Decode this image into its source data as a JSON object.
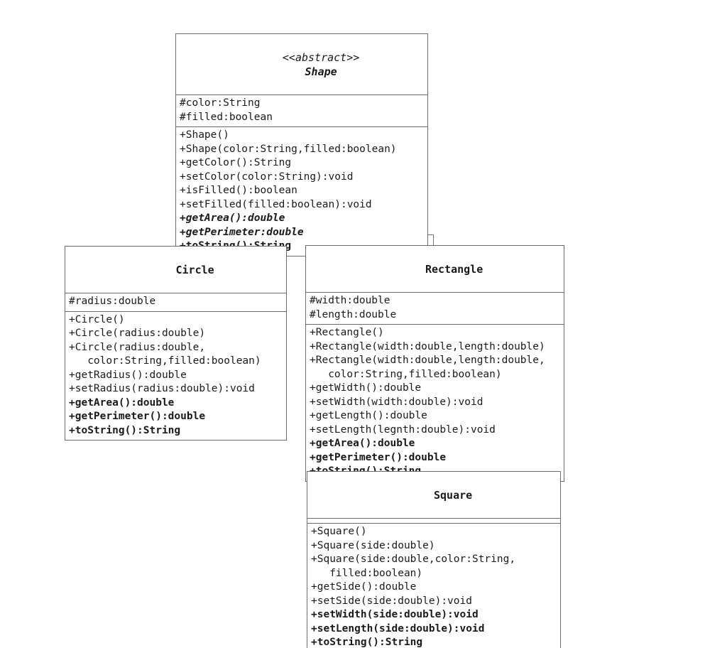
{
  "diagram": {
    "type": "uml-class-diagram",
    "background_color": "#ffffff",
    "border_color": "#6b6b6b",
    "text_color": "#1a1a1a",
    "classes": [
      {
        "id": "shape",
        "stereotype": "<<abstract>>",
        "name": "Shape",
        "abstract": true,
        "attributes": [
          "#color:String",
          "#filled:boolean"
        ],
        "methods": [
          {
            "text": "+Shape()",
            "style": "plain"
          },
          {
            "text": "+Shape(color:String,filled:boolean)",
            "style": "plain"
          },
          {
            "text": "+getColor():String",
            "style": "plain"
          },
          {
            "text": "+setColor(color:String):void",
            "style": "plain"
          },
          {
            "text": "+isFilled():boolean",
            "style": "plain"
          },
          {
            "text": "+setFilled(filled:boolean):void",
            "style": "plain"
          },
          {
            "text": "+getArea():double",
            "style": "bold-italic"
          },
          {
            "text": "+getPerimeter:double",
            "style": "bold-italic"
          },
          {
            "text": "+toString():String",
            "style": "bold"
          }
        ]
      },
      {
        "id": "circle",
        "stereotype": "",
        "name": "Circle",
        "abstract": false,
        "attributes": [
          "#radius:double"
        ],
        "methods": [
          {
            "text": "+Circle()",
            "style": "plain"
          },
          {
            "text": "+Circle(radius:double)",
            "style": "plain"
          },
          {
            "text": "+Circle(radius:double,",
            "style": "plain"
          },
          {
            "text": "   color:String,filled:boolean)",
            "style": "plain"
          },
          {
            "text": "+getRadius():double",
            "style": "plain"
          },
          {
            "text": "+setRadius(radius:double):void",
            "style": "plain"
          },
          {
            "text": "+getArea():double",
            "style": "bold"
          },
          {
            "text": "+getPerimeter():double",
            "style": "bold"
          },
          {
            "text": "+toString():String",
            "style": "bold"
          }
        ]
      },
      {
        "id": "rectangle",
        "stereotype": "",
        "name": "Rectangle",
        "abstract": false,
        "attributes": [
          "#width:double",
          "#length:double"
        ],
        "methods": [
          {
            "text": "+Rectangle()",
            "style": "plain"
          },
          {
            "text": "+Rectangle(width:double,length:double)",
            "style": "plain"
          },
          {
            "text": "+Rectangle(width:double,length:double,",
            "style": "plain"
          },
          {
            "text": "   color:String,filled:boolean)",
            "style": "plain"
          },
          {
            "text": "+getWidth():double",
            "style": "plain"
          },
          {
            "text": "+setWidth(width:double):void",
            "style": "plain"
          },
          {
            "text": "+getLength():double",
            "style": "plain"
          },
          {
            "text": "+setLength(legnth:double):void",
            "style": "plain"
          },
          {
            "text": "+getArea():double",
            "style": "bold"
          },
          {
            "text": "+getPerimeter():double",
            "style": "bold"
          },
          {
            "text": "+toString():String",
            "style": "bold"
          }
        ]
      },
      {
        "id": "square",
        "stereotype": "",
        "name": "Square",
        "abstract": false,
        "attributes": [],
        "methods": [
          {
            "text": "+Square()",
            "style": "plain"
          },
          {
            "text": "+Square(side:double)",
            "style": "plain"
          },
          {
            "text": "+Square(side:double,color:String,",
            "style": "plain"
          },
          {
            "text": "   filled:boolean)",
            "style": "plain"
          },
          {
            "text": "+getSide():double",
            "style": "plain"
          },
          {
            "text": "+setSide(side:double):void",
            "style": "plain"
          },
          {
            "text": "+setWidth(side:double):void",
            "style": "bold"
          },
          {
            "text": "+setLength(side:double):void",
            "style": "bold"
          },
          {
            "text": "+toString():String",
            "style": "bold"
          }
        ]
      }
    ],
    "relationships": [
      {
        "type": "generalization",
        "from": [
          "Circle",
          "Rectangle"
        ],
        "to": "Shape"
      },
      {
        "type": "generalization",
        "from": [
          "Square"
        ],
        "to": "Rectangle"
      }
    ]
  }
}
